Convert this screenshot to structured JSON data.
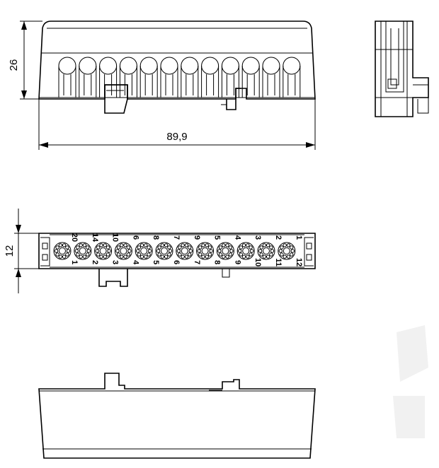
{
  "dimensions": {
    "height_front": "26",
    "width_front": "89,9",
    "height_top": "12"
  },
  "terminal_numbers_top_row": [
    "20",
    "14",
    "10",
    "6",
    "8",
    "7",
    "9",
    "5",
    "4",
    "3",
    "2",
    "1"
  ],
  "terminal_numbers_bottom_row": [
    "1",
    "2",
    "3",
    "4",
    "5",
    "6",
    "7",
    "8",
    "9",
    "10",
    "11",
    "12"
  ],
  "terminal_count": 12
}
